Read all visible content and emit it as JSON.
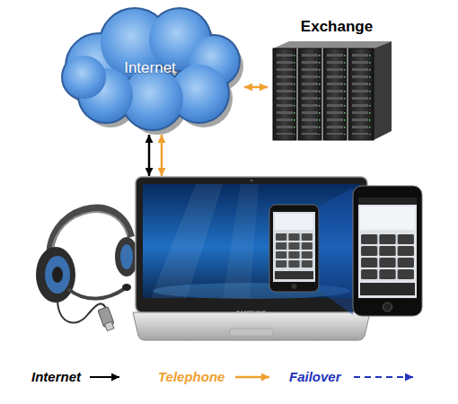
{
  "diagram": {
    "nodes": [
      {
        "text": [
          "Internet"
        ]
      },
      {
        "text": [
          "Exchange"
        ]
      },
      {
        "text": [
          "SAMSUNG"
        ]
      }
    ],
    "edges": [
      {
        "from": 0,
        "to": 1,
        "arrow": "both"
      },
      {
        "from": 0,
        "to": 2,
        "arrow": "both"
      },
      {
        "from": 0,
        "to": 2,
        "arrow": "both"
      }
    ],
    "legend": [
      {
        "text": "Internet"
      },
      {
        "text": "Telephone"
      },
      {
        "text": "Failover"
      }
    ]
  }
}
